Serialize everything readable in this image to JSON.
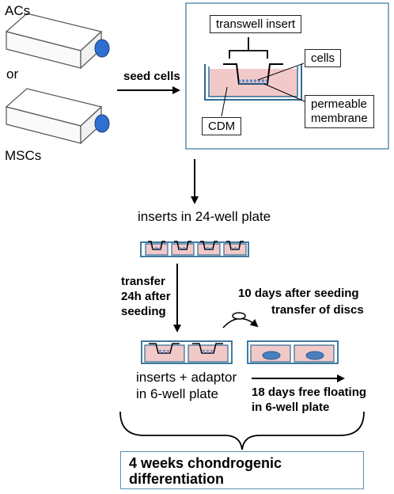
{
  "labels": {
    "acs": "ACs",
    "or": "or",
    "mscs": "MSCs",
    "seed_cells": "seed cells",
    "transwell_insert": "transwell insert",
    "cells": "cells",
    "permeable_membrane_1": "permeable",
    "permeable_membrane_2": "membrane",
    "cdm": "CDM",
    "inserts_24": "inserts in 24-well plate",
    "transfer_1": "transfer",
    "transfer_2": "24h after",
    "transfer_3": "seeding",
    "ten_days_1": "10 days after seeding",
    "ten_days_2": "transfer of discs",
    "inserts_adaptor_1": "inserts + adaptor",
    "inserts_adaptor_2": "in 6-well plate",
    "free_floating_1": "18 days free floating",
    "free_floating_2": "in 6-well plate",
    "final_1": "4 weeks chondrogenic",
    "final_2": "differentiation"
  },
  "colors": {
    "medium": "#f2c9c9",
    "well_outline": "#2e6b93",
    "panel_border": "#5b8fb0",
    "cells": "#5b87c0",
    "flask_cap": "#2f6fd0",
    "disc": "#4a7fc0"
  }
}
